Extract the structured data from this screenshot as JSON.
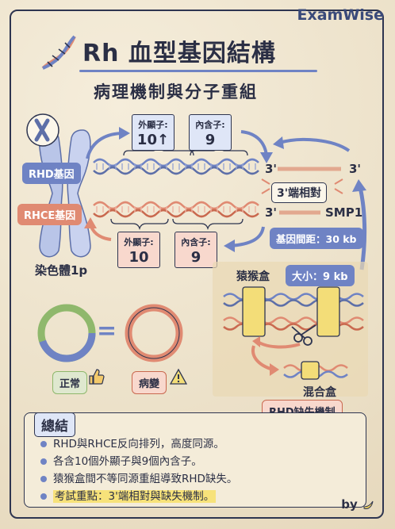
{
  "brand": "ExamWise",
  "title": "Rh 血型基因結構",
  "subtitle": "病理機制與分子重組",
  "chromosome_label": "染色體1p",
  "genes": {
    "rhd_label": "RHD基因",
    "rhce_label": "RHCE基因"
  },
  "rhd_notes": {
    "exons_label": "外顯子:",
    "exons_value": "10↑",
    "introns_label": "內含子:",
    "introns_value": "9"
  },
  "rhce_notes": {
    "exons_label": "外顯子:",
    "exons_value": "10",
    "introns_label": "內含子:",
    "introns_value": "9"
  },
  "strand_labels": {
    "rhd_left_3": "3'",
    "rhd_right_3": "3'",
    "rhce_left_3": "3'",
    "smp1": "SMP1",
    "three_prime_facing": "3'端相對",
    "gene_distance": "基因間距：30 kb"
  },
  "rhesus_box": {
    "label": "猿猴盒",
    "size": "大小：9 kb",
    "hybrid_box": "混合盒",
    "deletion_mechanism": "RHD缺失機制"
  },
  "comparison": {
    "equals": "=",
    "normal": "正常",
    "mutated": "病變"
  },
  "summary": {
    "title": "總結",
    "items": [
      "RHD與RHCE反向排列，高度同源。",
      "各含10個外顯子與9個內含子。",
      "猿猴盒間不等同源重組導致RHD缺失。",
      "考試重點：3'端相對與缺失機制。"
    ]
  },
  "by_label": "by",
  "colors": {
    "blue": "#6f83c4",
    "red": "#e08a72",
    "yellow": "#f3dd78",
    "ink": "#2e3550"
  },
  "icons": [
    "dna-icon",
    "chromosome-icon",
    "thumbs-up-icon",
    "warning-icon",
    "scissors-icon",
    "banana-icon"
  ]
}
